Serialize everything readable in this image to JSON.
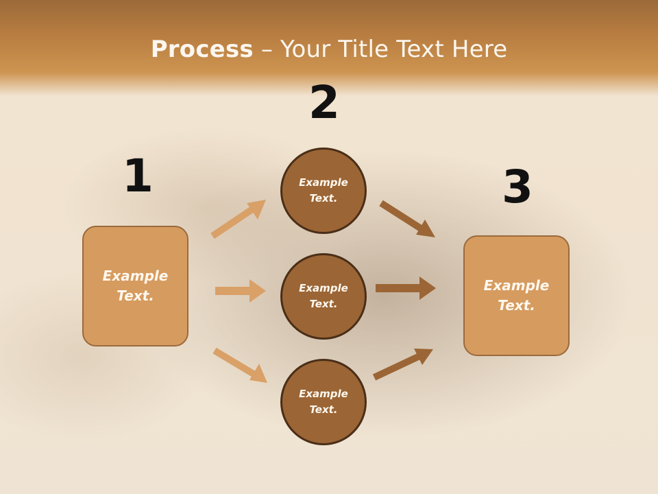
{
  "slide": {
    "title_strong": "Process",
    "title_rest": " – Your Title Text Here"
  },
  "steps": {
    "one": {
      "number": "1",
      "text": "Example Text."
    },
    "two": {
      "number": "2",
      "circles": [
        {
          "text": "Example Text."
        },
        {
          "text": "Example Text."
        },
        {
          "text": "Example Text."
        }
      ]
    },
    "three": {
      "number": "3",
      "text": "Example Text."
    }
  },
  "colors": {
    "header": "#b77c40",
    "box_fill": "#d69b5f",
    "circle_fill": "#9b6535",
    "arrow_light": "#d9a067",
    "arrow_dark": "#9b6535"
  }
}
